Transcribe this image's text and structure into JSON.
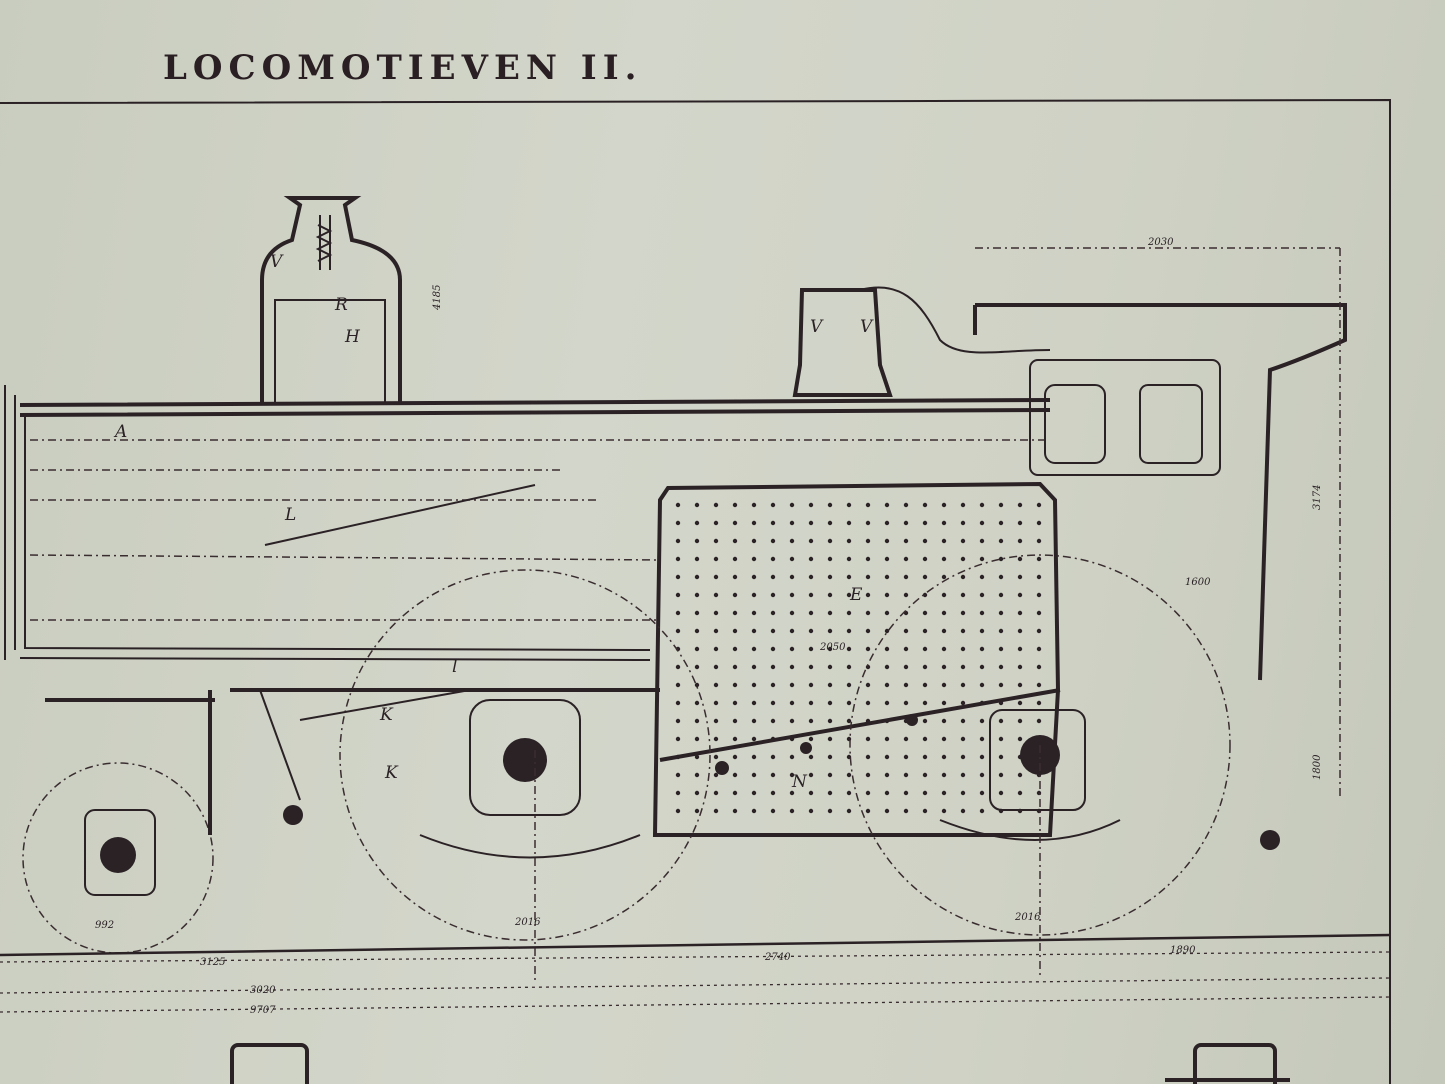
{
  "title": "LOCOMOTIEVEN II.",
  "part_labels": {
    "A": "A",
    "L": "L",
    "E": "E",
    "K1": "K",
    "K2": "K",
    "N": "N",
    "V1": "V",
    "V2": "V",
    "V3": "V",
    "R": "R",
    "H": "H",
    "l": "l"
  },
  "dimensions": {
    "cab_width": "2030",
    "cab_height": "1600",
    "height_right": "3174",
    "boiler_top": "4185",
    "wheel_front": "2016",
    "wheel_rear": "2016",
    "small_wheel": "992",
    "span_front": "3125",
    "span_mid": "2740",
    "span_rear": "1890",
    "total_wheelbase": "3020",
    "total_length": "9707",
    "axle_height": "1800",
    "firebox": "2050"
  },
  "colors": {
    "paper": "#cfd2c5",
    "ink": "#2b2226"
  }
}
